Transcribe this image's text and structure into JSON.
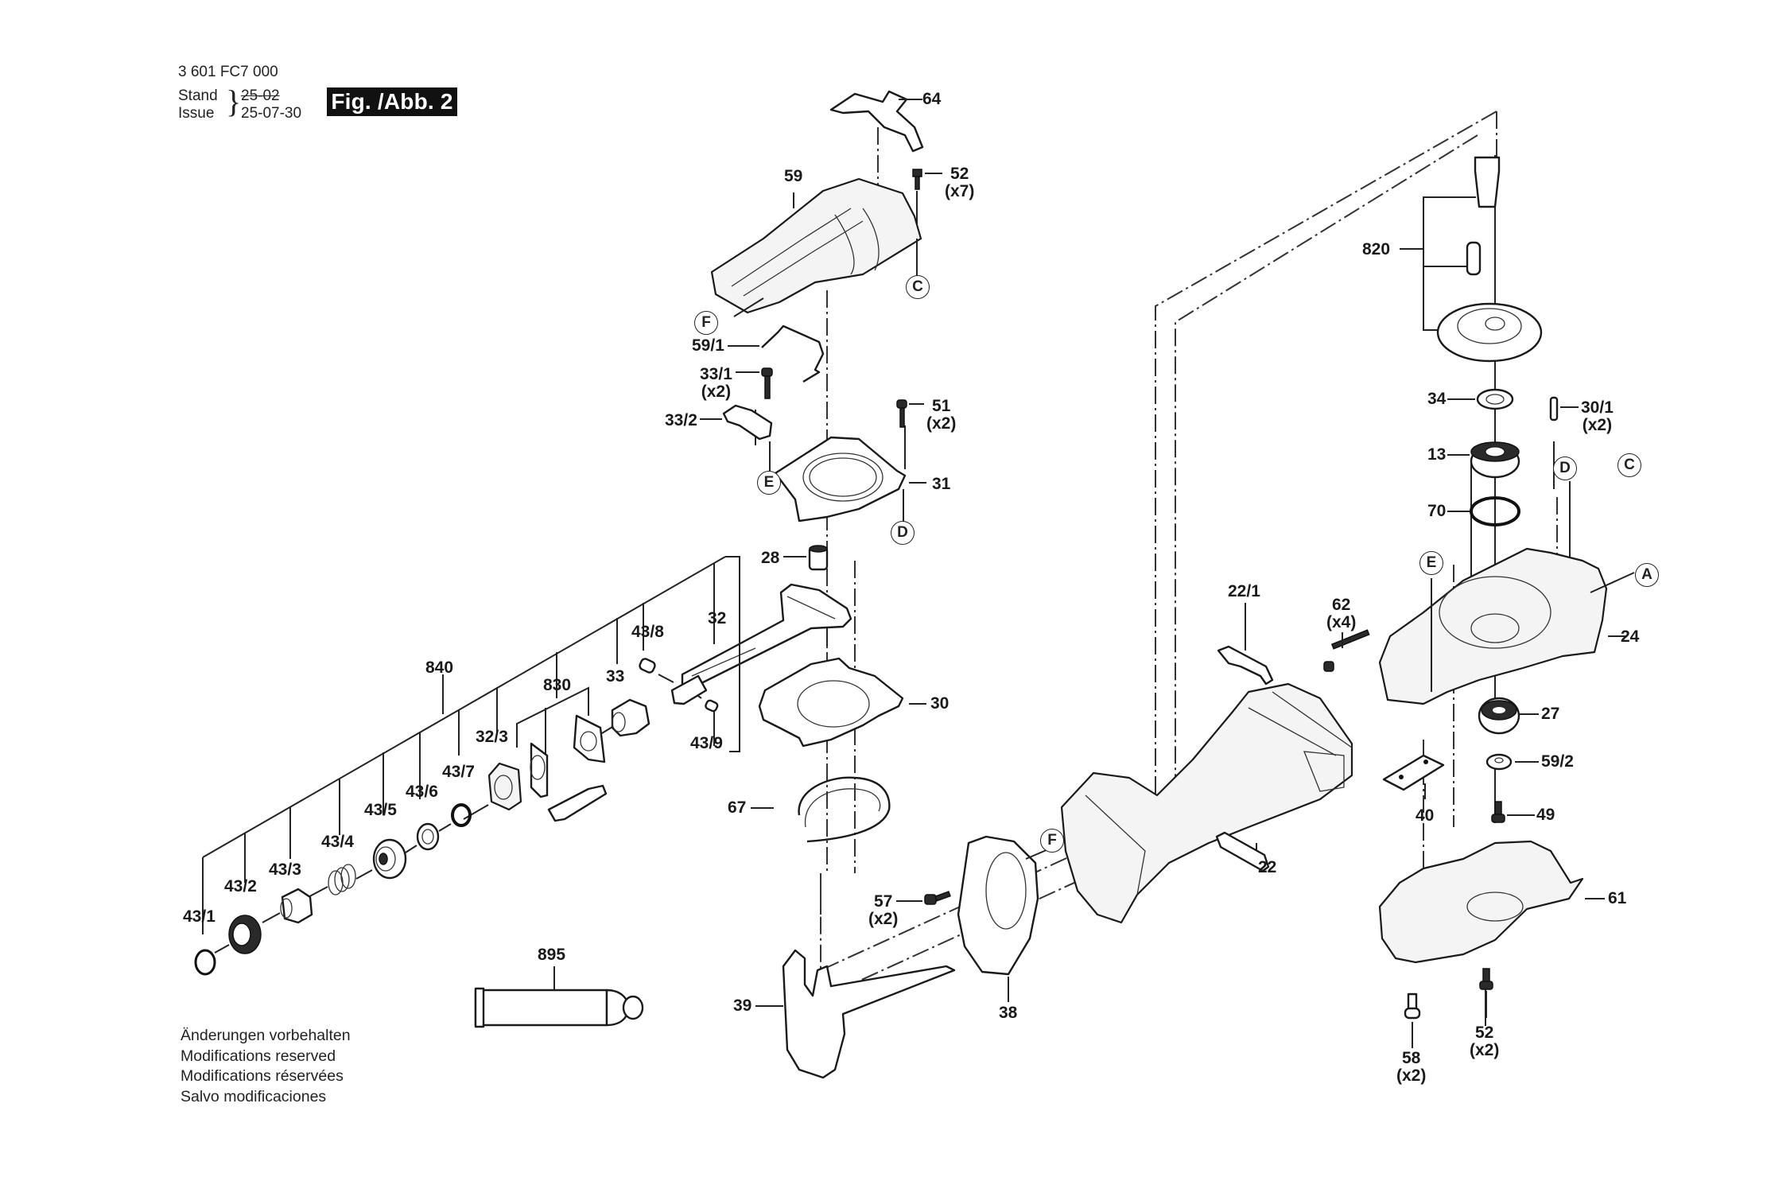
{
  "header": {
    "part_number": "3 601 FC7 000",
    "stand_label": "Stand",
    "issue_label": "Issue",
    "old_date": "25-02",
    "new_date": "25-07-30",
    "figure_label": "Fig. /Abb. 2"
  },
  "footer_notes": [
    "Änderungen vorbehalten",
    "Modifications reserved",
    "Modifications réservées",
    "Salvo modificaciones"
  ],
  "part_labels": {
    "p64": "64",
    "p59": "59",
    "p52_top": "52",
    "p52_top_qty": "(x7)",
    "p59_1": "59/1",
    "p33_1": "33/1",
    "p33_1_qty": "(x2)",
    "p33_2": "33/2",
    "p51": "51",
    "p51_qty": "(x2)",
    "p31": "31",
    "p28": "28",
    "p32": "32",
    "p43_8": "43/8",
    "p33": "33",
    "p830": "830",
    "p840": "840",
    "p32_3": "32/3",
    "p43_7": "43/7",
    "p43_6": "43/6",
    "p43_5": "43/5",
    "p43_4": "43/4",
    "p43_3": "43/3",
    "p43_2": "43/2",
    "p43_1": "43/1",
    "p43_9": "43/9",
    "p30": "30",
    "p67": "67",
    "p895": "895",
    "p57": "57",
    "p57_qty": "(x2)",
    "p39": "39",
    "p38": "38",
    "p22": "22",
    "p22_1": "22/1",
    "p62": "62",
    "p62_qty": "(x4)",
    "p820": "820",
    "p34": "34",
    "p13": "13",
    "p70": "70",
    "p30_1": "30/1",
    "p30_1_qty": "(x2)",
    "p24": "24",
    "p27": "27",
    "p59_2": "59/2",
    "p49": "49",
    "p40": "40",
    "p61": "61",
    "p58": "58",
    "p58_qty": "(x2)",
    "p52_bottom": "52",
    "p52_bottom_qty": "(x2)"
  },
  "reference_markers": {
    "c_top": "C",
    "f_top": "F",
    "e_left": "E",
    "d_left": "D",
    "d_right": "D",
    "c_right": "C",
    "e_right": "E",
    "a_right": "A",
    "f_mid": "F"
  }
}
